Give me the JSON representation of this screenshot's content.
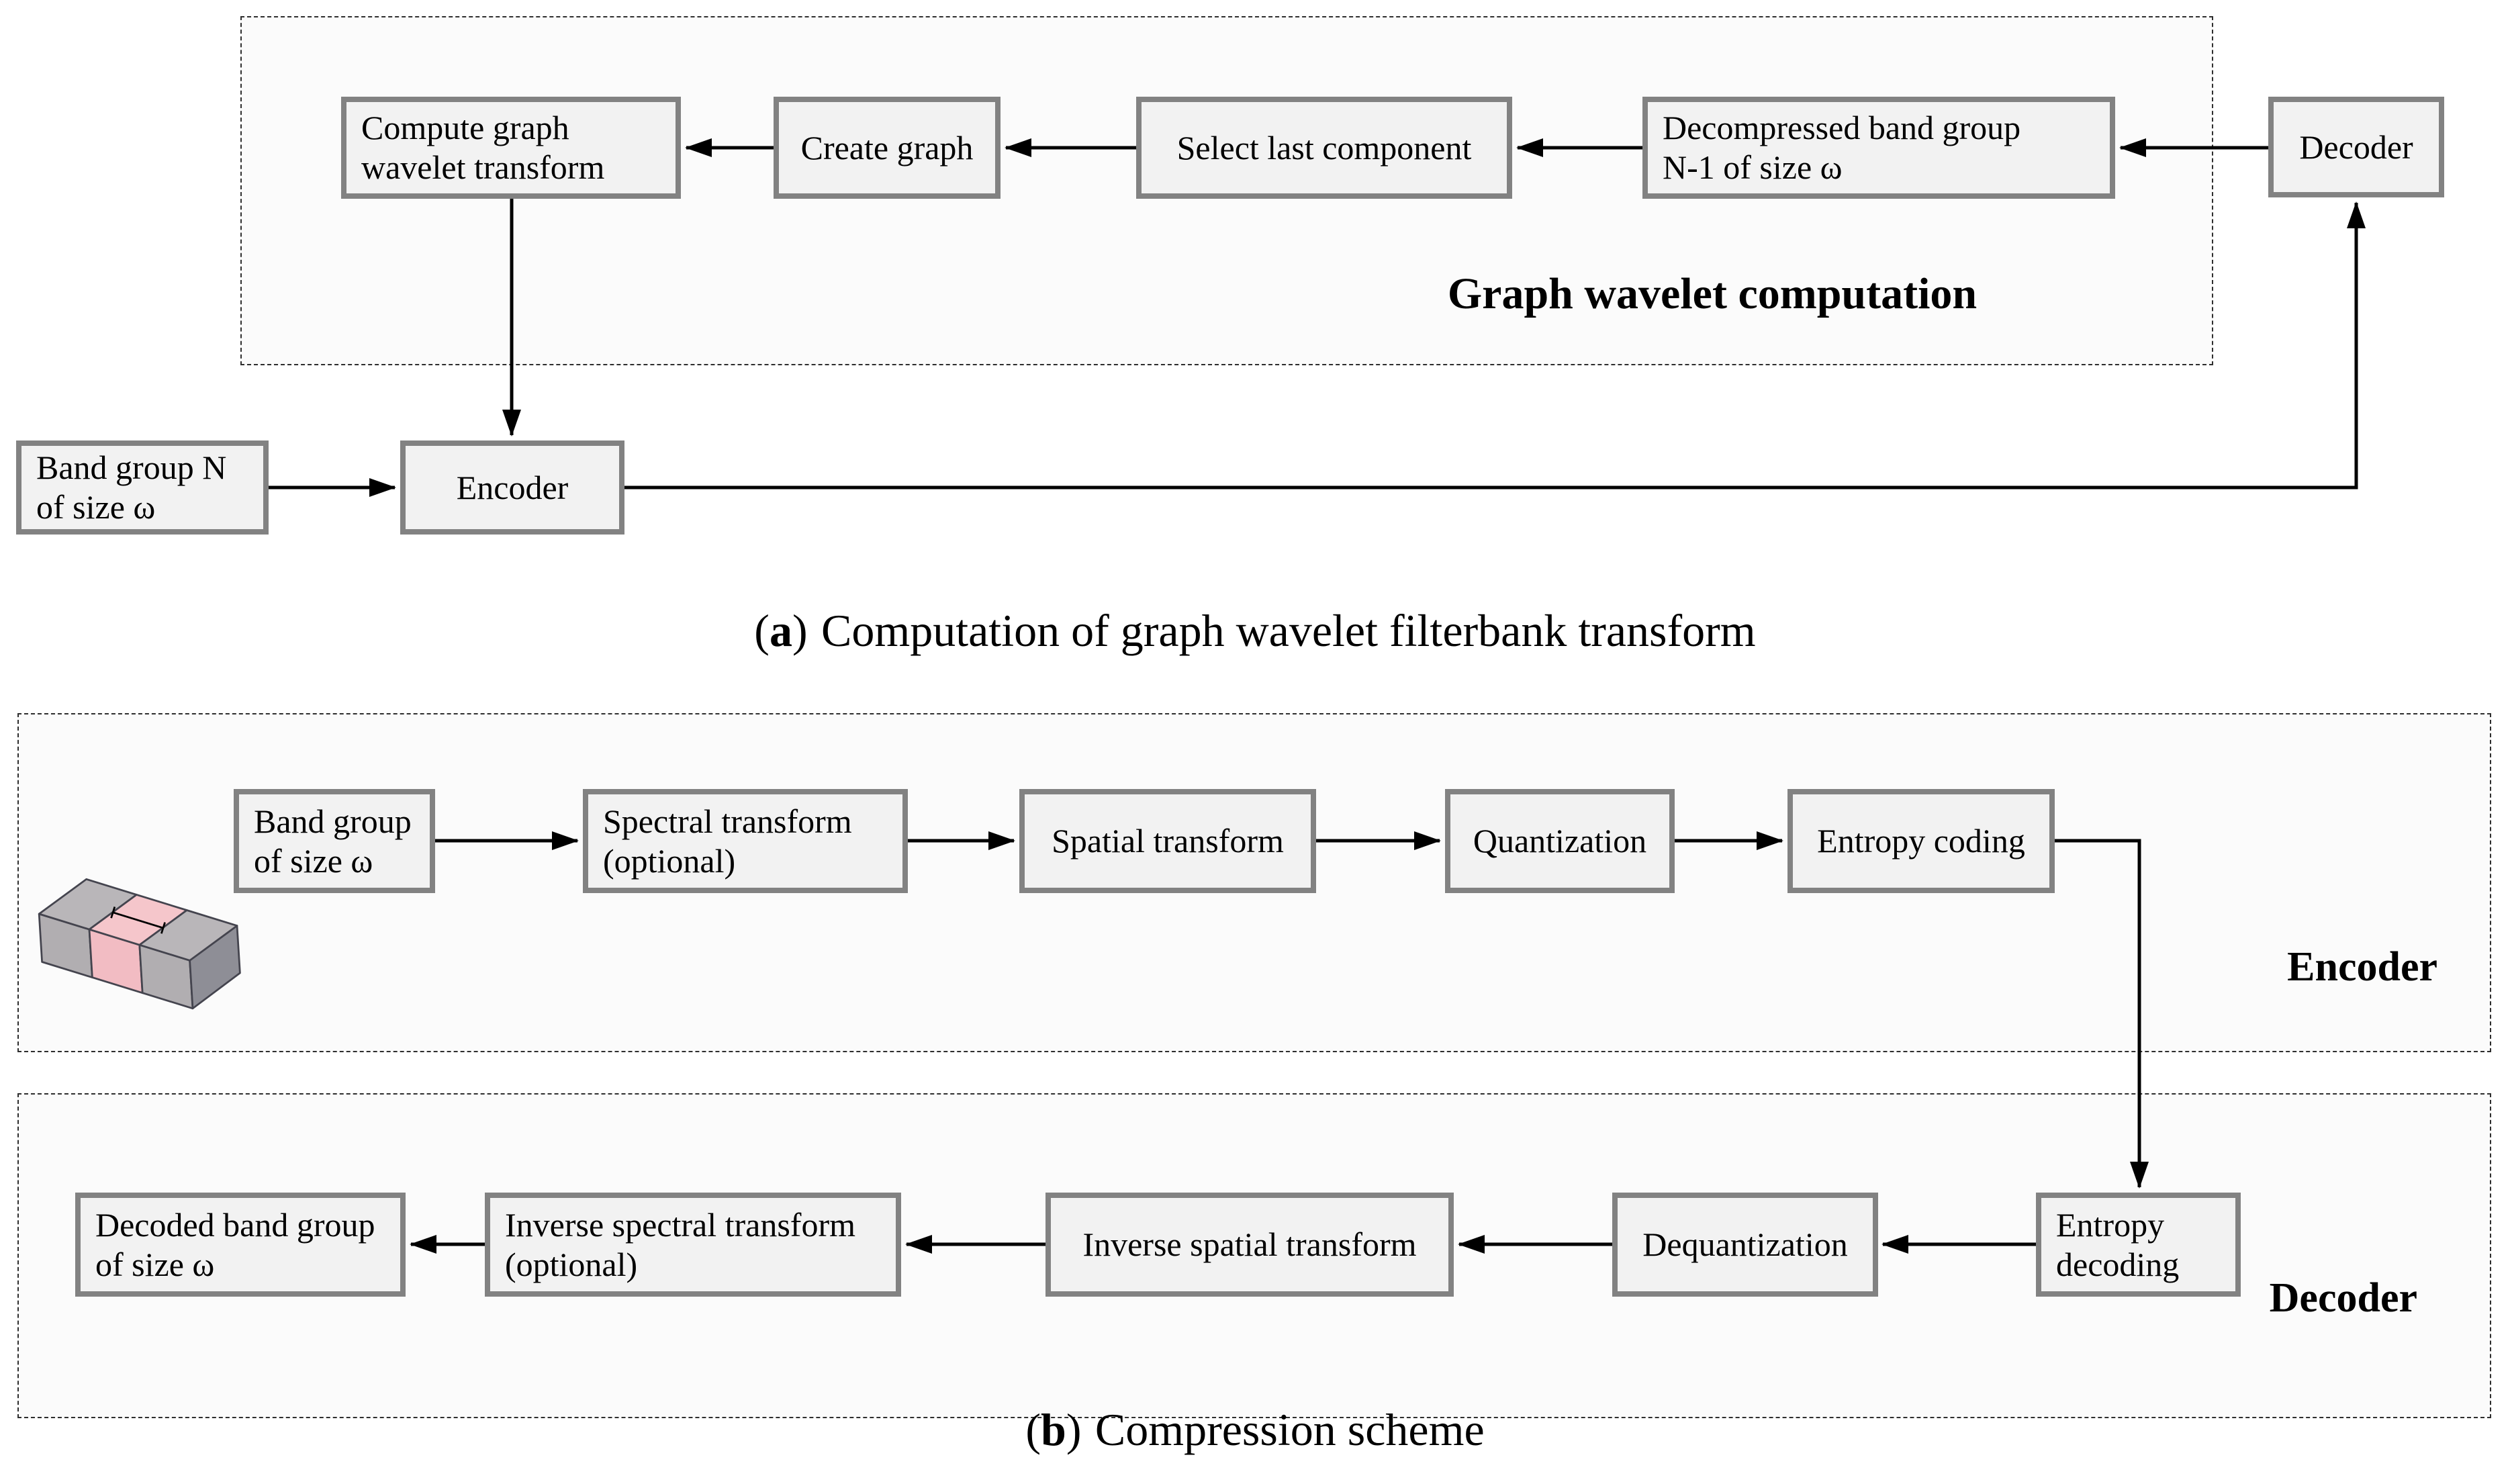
{
  "colors": {
    "node_border": "#828282",
    "node_fill": "#f2f2f2",
    "container_fill": "#fbfbfb",
    "arrow": "#000000",
    "icon": {
      "top_gray": "#b9b6b9",
      "top_pink": "#f5c6cb",
      "front_gray": "#b1aeb1",
      "front_pink": "#f2bcc3",
      "side_gray": "#8e8e96"
    }
  },
  "figure": {
    "section_a": {
      "container_label": "Graph wavelet computation",
      "nodes": {
        "compute": "Compute graph\nwavelet transform",
        "create_graph": "Create graph",
        "select_last": "Select last component",
        "decompressed": "Decompressed band group\nN-1 of size ω",
        "decoder": "Decoder",
        "band_group_n": "Band group N\nof size ω",
        "encoder": "Encoder"
      },
      "caption": {
        "open": "(",
        "letter": "a",
        "close": ")",
        "text": "Computation of graph wavelet filterbank transform"
      }
    },
    "section_b": {
      "encoder": {
        "label": "Encoder",
        "nodes": {
          "band_group": "Band group\nof size ω",
          "spectral": "Spectral transform\n(optional)",
          "spatial": "Spatial transform",
          "quantization": "Quantization",
          "entropy_coding": "Entropy coding"
        }
      },
      "decoder": {
        "label": "Decoder",
        "nodes": {
          "decoded_band_group": "Decoded band group\nof size ω",
          "inverse_spectral": "Inverse spectral transform\n(optional)",
          "inverse_spatial": "Inverse spatial transform",
          "dequantization": "Dequantization",
          "entropy_decoding": "Entropy\ndecoding"
        }
      },
      "caption": {
        "open": "(",
        "letter": "b",
        "close": ")",
        "text": "Compression scheme"
      }
    }
  }
}
